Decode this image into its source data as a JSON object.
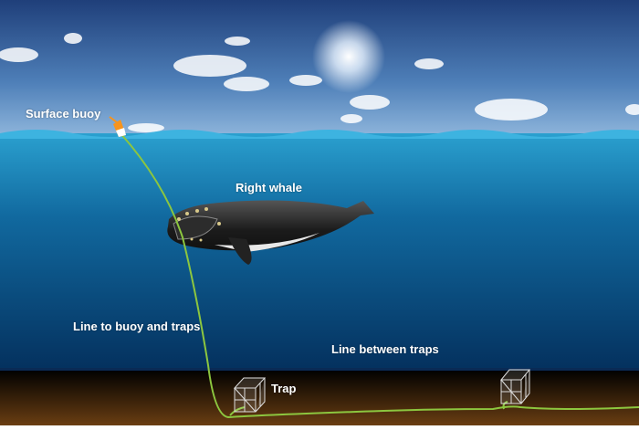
{
  "labels": {
    "surface_buoy": "Surface buoy",
    "right_whale": "Right whale",
    "line_to_buoy": "Line to buoy and traps",
    "line_between": "Line between traps",
    "trap": "Trap"
  },
  "colors": {
    "line": "#8cc63f",
    "buoy": "#f7941d",
    "water_top": "#1d8fc0",
    "water_bottom": "#063a6e",
    "floor": "#5a3410"
  }
}
